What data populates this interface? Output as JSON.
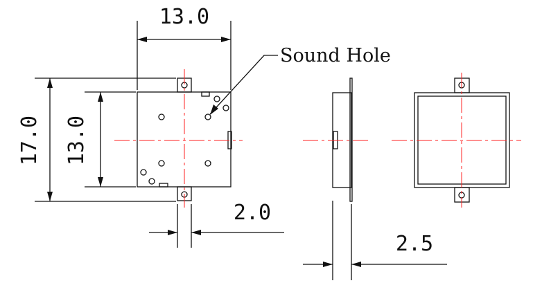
{
  "title": "Buzzer outline drawing",
  "label": {
    "sound_hole": "Sound Hole"
  },
  "dimensions": {
    "top_width": "13.0",
    "overall_height": "17.0",
    "body_height": "13.0",
    "tab_width": "2.0",
    "thickness": "2.5"
  },
  "colors": {
    "centerline": "#ff2020",
    "outline": "#111111"
  }
}
